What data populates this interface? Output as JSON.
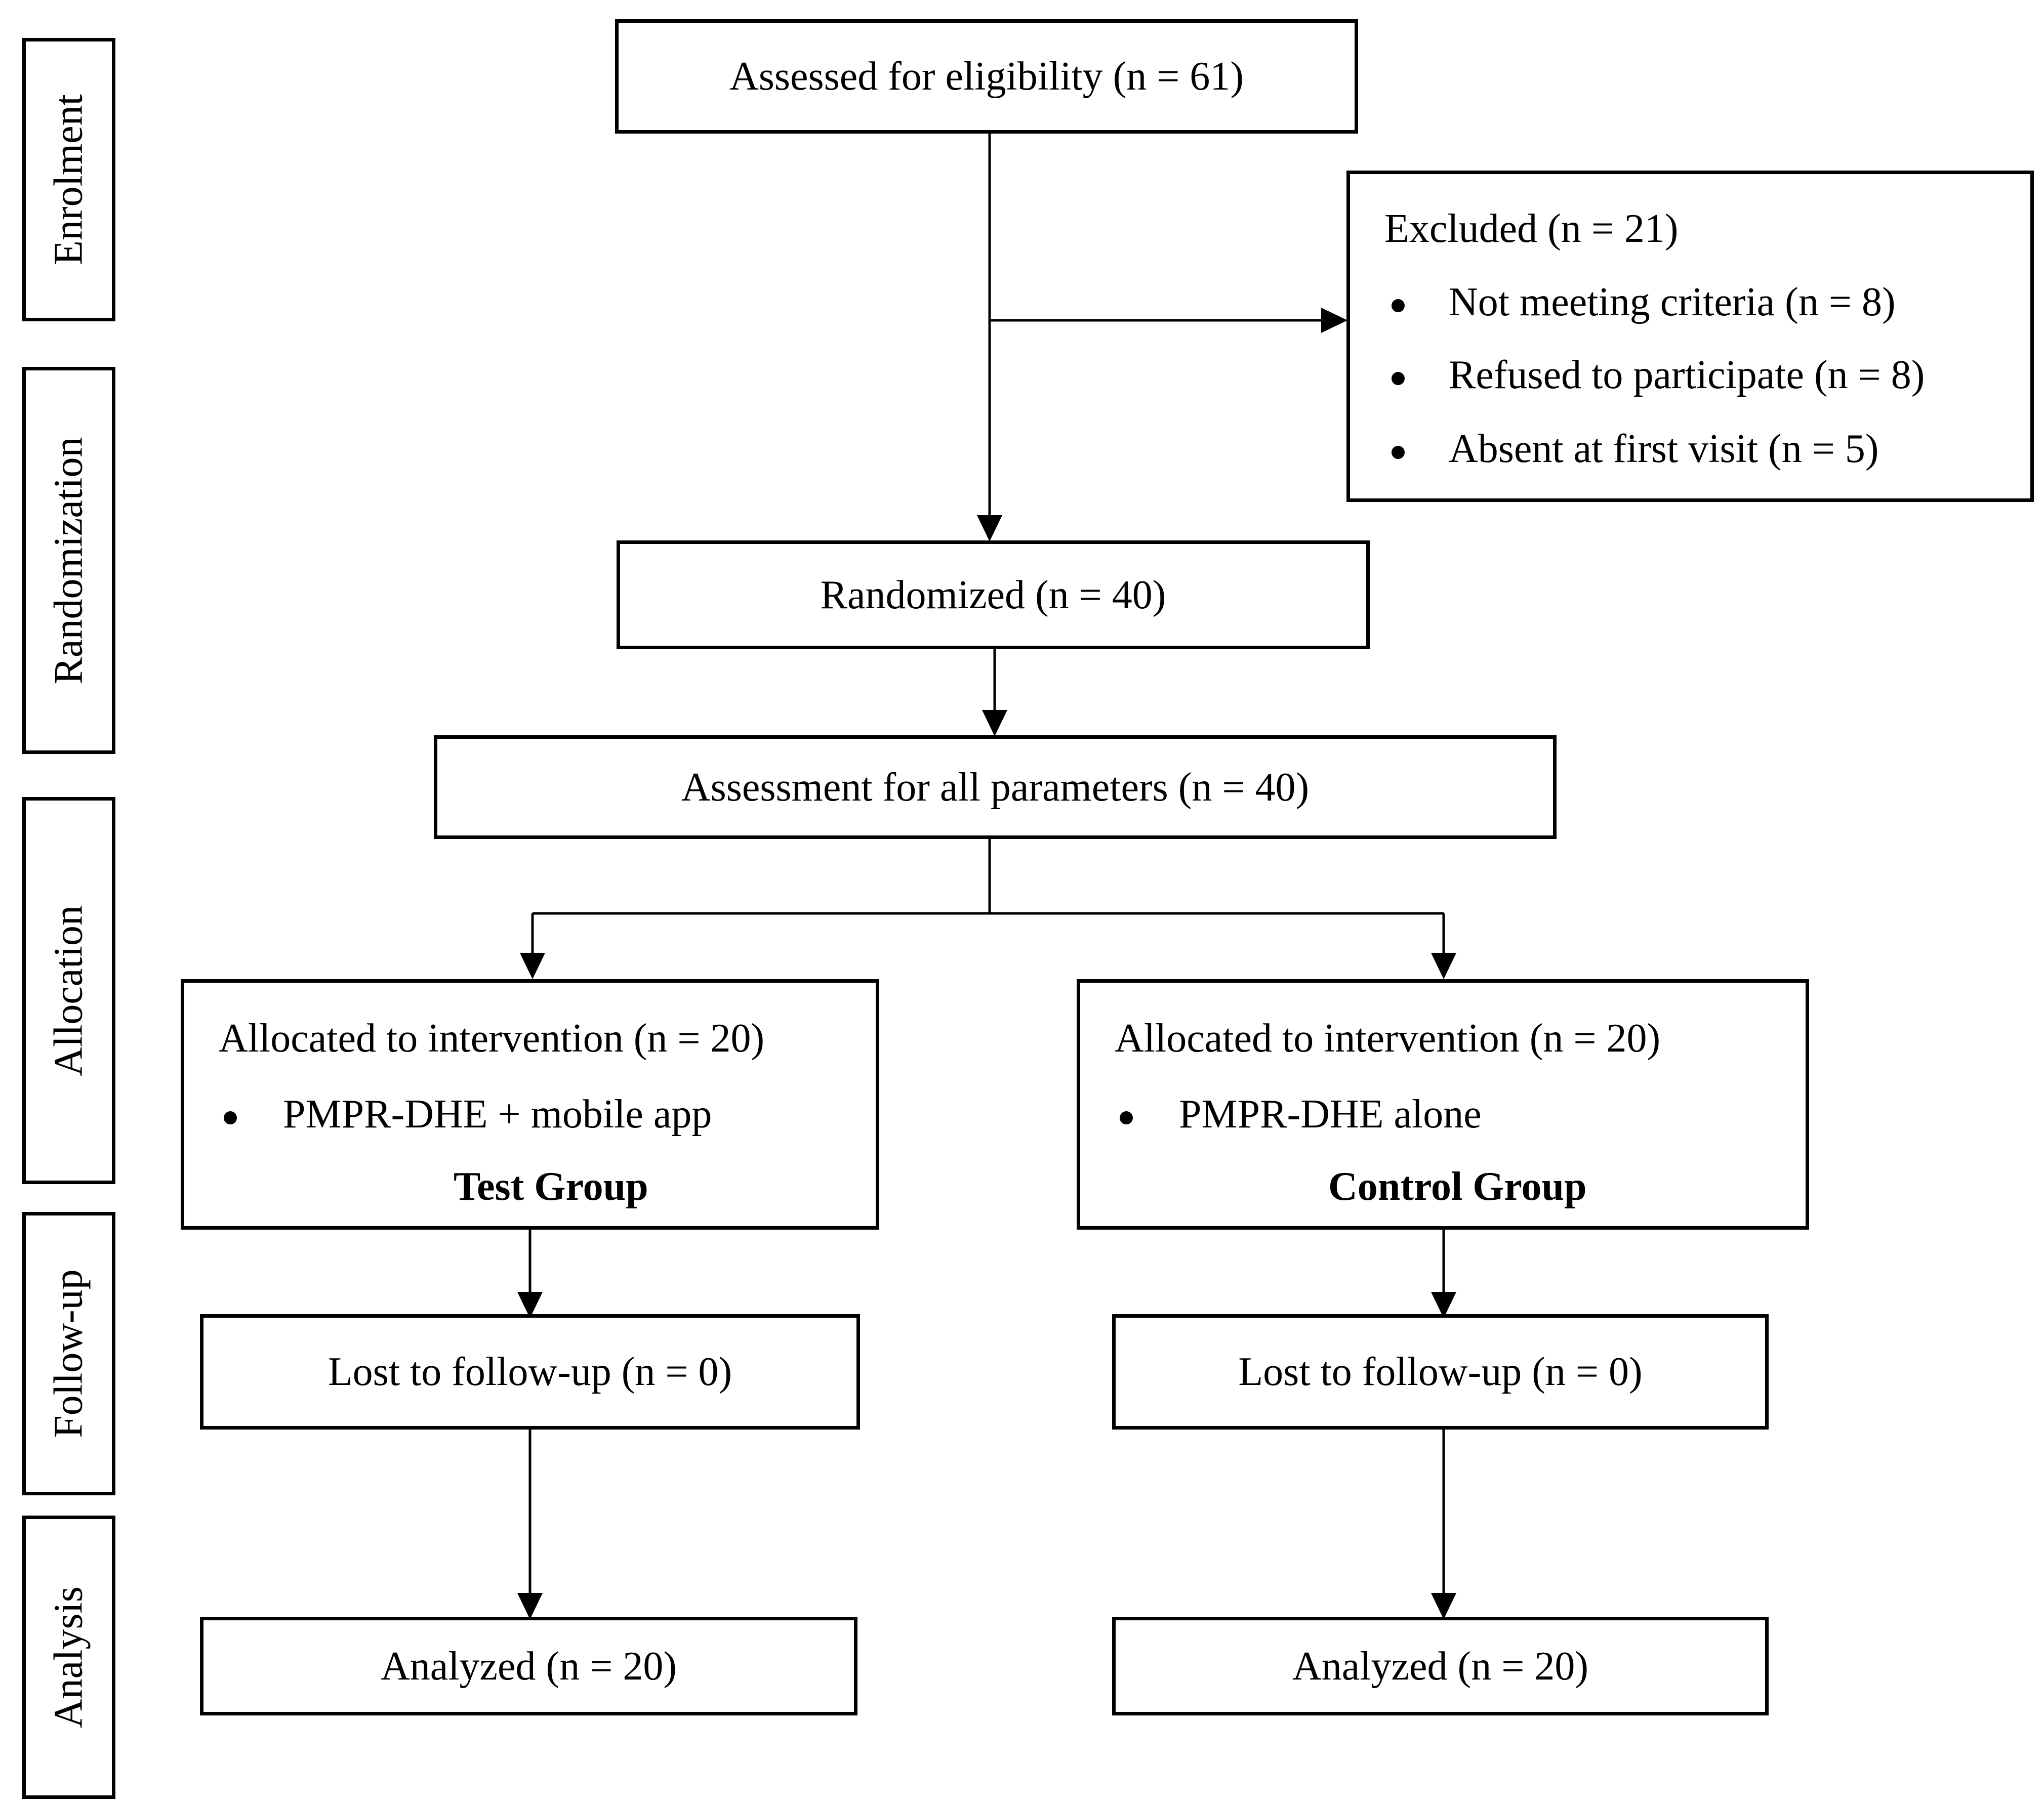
{
  "phases": {
    "enrolment": "Enrolment",
    "randomization": "Randomization",
    "allocation": "Allocation",
    "follow_up": "Follow-up",
    "analysis": "Analysis"
  },
  "boxes": {
    "assessed": "Assessed for eligibility (n = 61)",
    "excluded": {
      "title": "Excluded (n = 21)",
      "items": [
        "Not meeting criteria (n = 8)",
        "Refused to participate (n = 8)",
        "Absent at first visit (n = 5)"
      ]
    },
    "randomized": "Randomized (n = 40)",
    "assessment": "Assessment for all parameters (n = 40)",
    "test_allocation": {
      "title": "Allocated to intervention (n = 20)",
      "item": "PMPR-DHE + mobile app",
      "group": "Test Group"
    },
    "control_allocation": {
      "title": "Allocated to intervention (n = 20)",
      "item": "PMPR-DHE alone",
      "group": "Control Group"
    },
    "test_followup": "Lost to follow-up (n = 0)",
    "control_followup": "Lost to follow-up (n = 0)",
    "test_analyzed": "Analyzed (n = 20)",
    "control_analyzed": "Analyzed (n = 20)"
  }
}
